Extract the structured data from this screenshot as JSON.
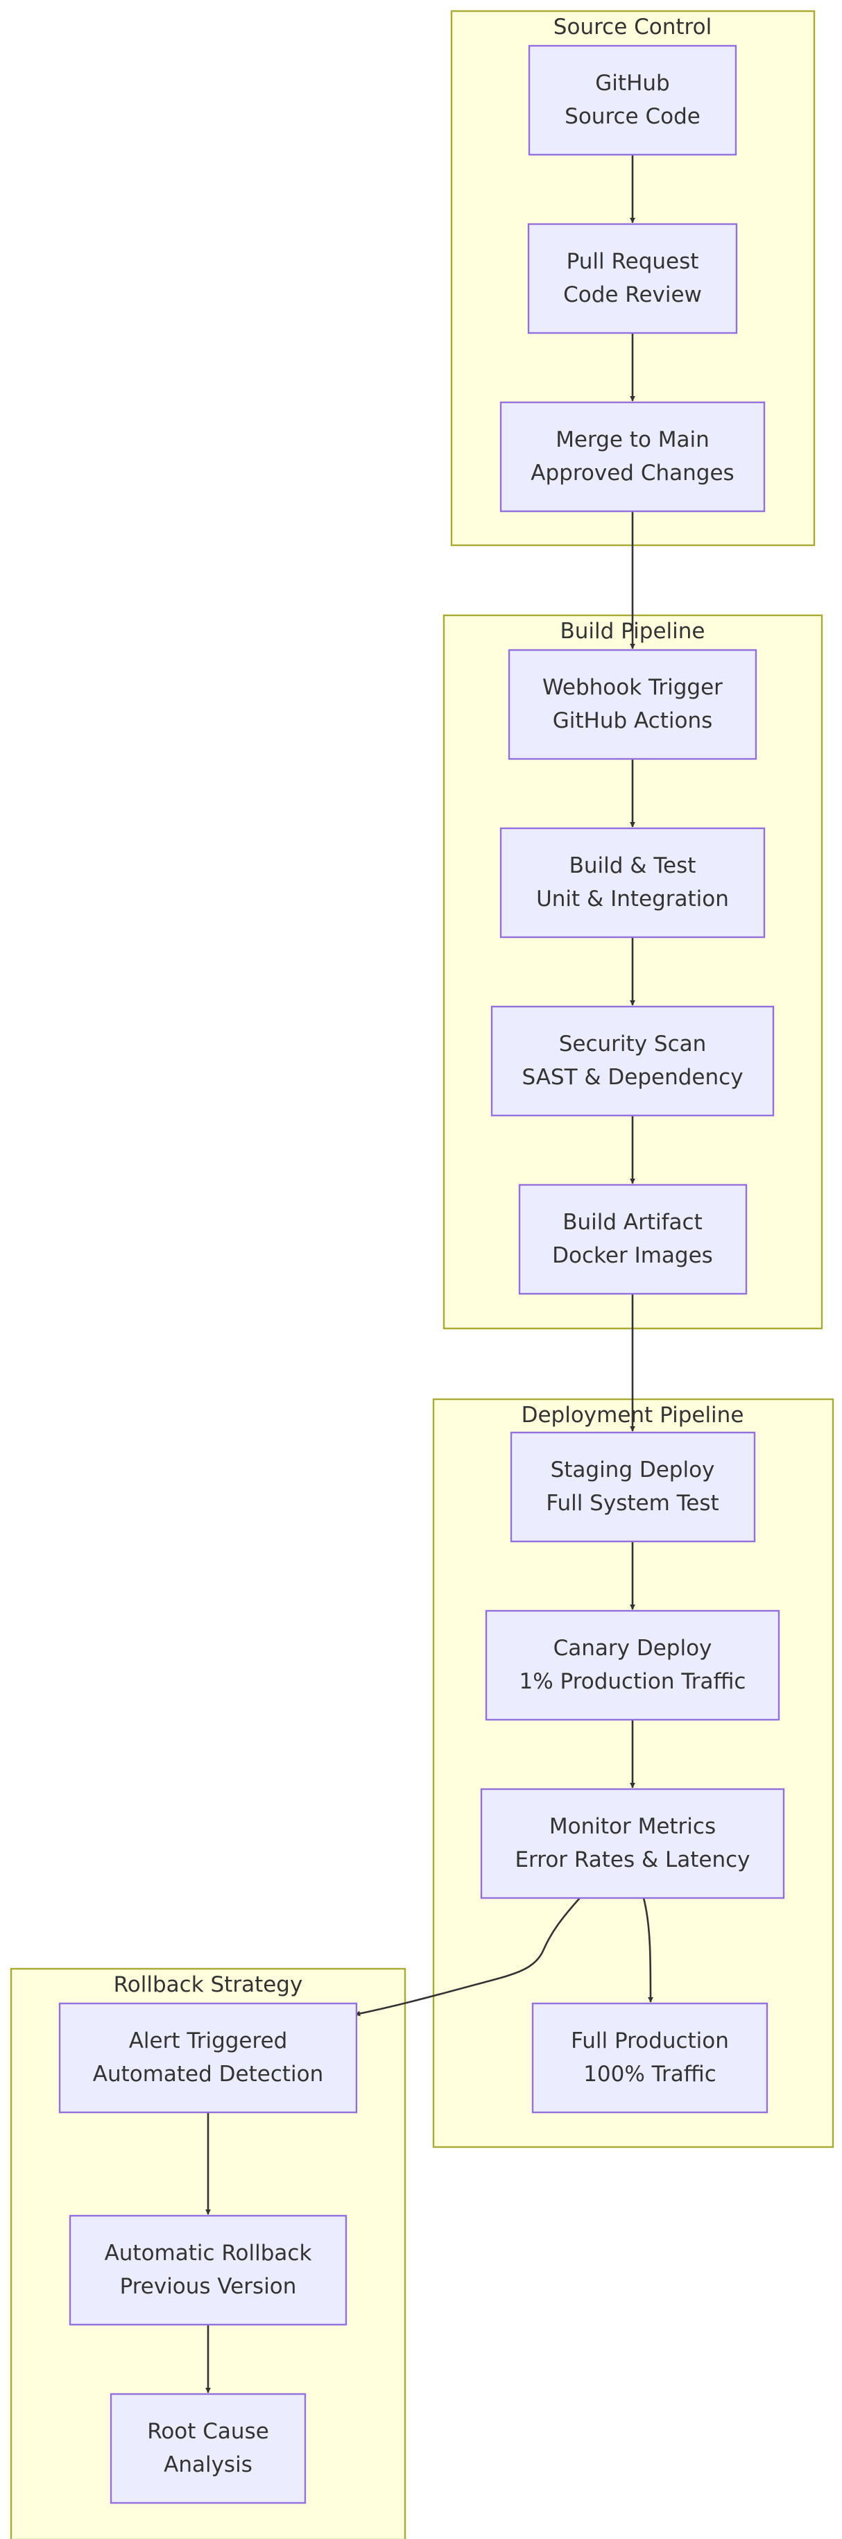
{
  "diagram": {
    "colors": {
      "cluster_fill": "#ffffde",
      "cluster_stroke": "#aaaa33",
      "node_fill": "#ececff",
      "node_stroke": "#9370db",
      "edge": "#333333",
      "text": "#333333"
    },
    "clusters": {
      "source_control": {
        "title": "Source Control"
      },
      "build_pipeline": {
        "title": "Build Pipeline"
      },
      "deployment_pipeline": {
        "title": "Deployment Pipeline"
      },
      "rollback_strategy": {
        "title": "Rollback Strategy"
      }
    },
    "nodes": {
      "github": {
        "line1": "GitHub",
        "line2": "Source Code"
      },
      "pull_request": {
        "line1": "Pull Request",
        "line2": "Code Review"
      },
      "merge": {
        "line1": "Merge to Main",
        "line2": "Approved Changes"
      },
      "webhook": {
        "line1": "Webhook Trigger",
        "line2": "GitHub Actions"
      },
      "build_test": {
        "line1": "Build & Test",
        "line2": "Unit & Integration"
      },
      "security_scan": {
        "line1": "Security Scan",
        "line2": "SAST & Dependency"
      },
      "build_artifact": {
        "line1": "Build Artifact",
        "line2": "Docker Images"
      },
      "staging": {
        "line1": "Staging Deploy",
        "line2": "Full System Test"
      },
      "canary": {
        "line1": "Canary Deploy",
        "line2": "1% Production Traffic"
      },
      "monitor": {
        "line1": "Monitor Metrics",
        "line2": "Error Rates & Latency"
      },
      "full_production": {
        "line1": "Full Production",
        "line2": "100% Traffic"
      },
      "alert": {
        "line1": "Alert Triggered",
        "line2": "Automated Detection"
      },
      "auto_rollback": {
        "line1": "Automatic Rollback",
        "line2": "Previous Version"
      },
      "root_cause": {
        "line1": "Root Cause",
        "line2": "Analysis"
      }
    },
    "edges": [
      {
        "from": "github",
        "to": "pull_request"
      },
      {
        "from": "pull_request",
        "to": "merge"
      },
      {
        "from": "merge",
        "to": "webhook"
      },
      {
        "from": "webhook",
        "to": "build_test"
      },
      {
        "from": "build_test",
        "to": "security_scan"
      },
      {
        "from": "security_scan",
        "to": "build_artifact"
      },
      {
        "from": "build_artifact",
        "to": "staging"
      },
      {
        "from": "staging",
        "to": "canary"
      },
      {
        "from": "canary",
        "to": "monitor"
      },
      {
        "from": "monitor",
        "to": "full_production"
      },
      {
        "from": "monitor",
        "to": "alert"
      },
      {
        "from": "alert",
        "to": "auto_rollback"
      },
      {
        "from": "auto_rollback",
        "to": "root_cause"
      }
    ]
  }
}
